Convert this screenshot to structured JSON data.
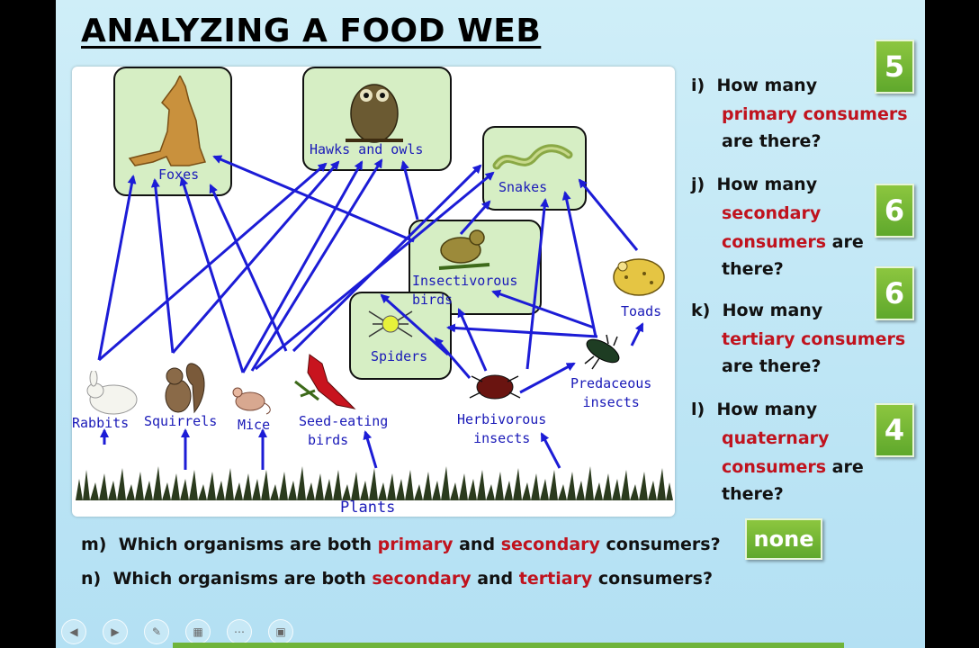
{
  "title": "ANALYZING A FOOD WEB",
  "web": {
    "foxes": "Foxes",
    "hawks_owls": "Hawks and owls",
    "snakes": "Snakes",
    "insectivorous_1": "Insectivorous",
    "insectivorous_2": "birds",
    "spiders": "Spiders",
    "toads": "Toads",
    "predaceous_1": "Predaceous",
    "predaceous_2": "insects",
    "rabbits": "Rabbits",
    "squirrels": "Squirrels",
    "mice": "Mice",
    "seed_eating_1": "Seed-eating",
    "seed_eating_2": "birds",
    "herbivorous_1": "Herbivorous",
    "herbivorous_2": "insects",
    "plants": "Plants"
  },
  "questions": {
    "i": {
      "num": "i)",
      "a": "How many",
      "b": "primary consumers",
      "c": "are there?",
      "answer": "5"
    },
    "j": {
      "num": "j)",
      "a": "How many",
      "b": "secondary",
      "c": "consumers",
      "d": "are",
      "e": "there?",
      "answer": "6"
    },
    "k": {
      "num": "k)",
      "a": "How many",
      "b": "tertiary consumers",
      "c": "are there?",
      "answer": "6"
    },
    "l": {
      "num": "l)",
      "a": "How many",
      "b": "quaternary",
      "c": "consumers",
      "d": "are",
      "e": "there?",
      "answer": "4"
    },
    "m": {
      "num": "m)",
      "a": "Which organisms are both",
      "b": "primary",
      "c": "and",
      "d": "secondary",
      "e": "consumers?",
      "answer": "none"
    },
    "n": {
      "num": "n)",
      "a": "Which organisms are both",
      "b": "secondary",
      "c": "and",
      "d": "tertiary",
      "e": "consumers?"
    }
  },
  "colors": {
    "arrow": "#1c1cd6",
    "answer_green": "#6db33f",
    "highlight_red": "#c0131e"
  },
  "toolbar": [
    "previous-icon",
    "next-icon",
    "pen-icon",
    "slide-icon",
    "more-icon",
    "screen-icon"
  ]
}
